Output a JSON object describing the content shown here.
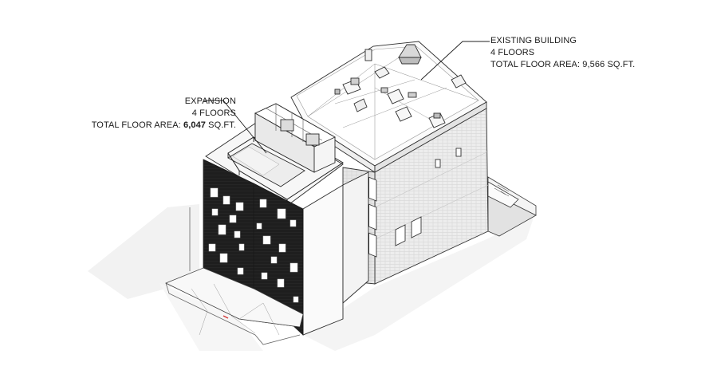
{
  "labels": {
    "expansion": {
      "title": "EXPANSION",
      "floors": "4 FLOORS",
      "area_prefix": "TOTAL FLOOR AREA: ",
      "area_value": "6,047",
      "area_unit": " SQ.FT."
    },
    "existing": {
      "title": "EXISTING BUILDING",
      "floors": "4 FLOORS",
      "area_prefix": "TOTAL FLOOR AREA: ",
      "area_value": "9,566",
      "area_unit": " SQ.FT."
    }
  },
  "colors": {
    "dark_facade": "#1c1c1c",
    "brick_facade": "#e9e9e9",
    "line": "#2a2a2a",
    "shadow": "#f0f0f0",
    "accent": "#d33a3a"
  }
}
